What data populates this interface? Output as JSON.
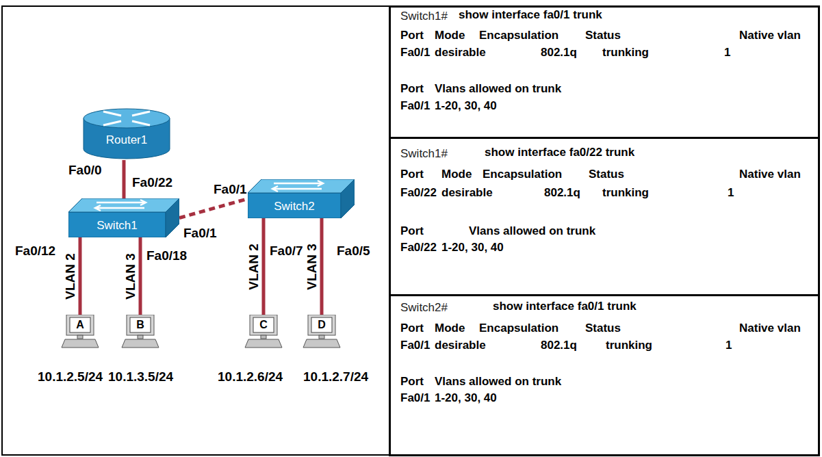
{
  "diagram": {
    "nodes": [
      {
        "text": [
          "Router1"
        ]
      },
      {
        "text": [
          "Switch1"
        ]
      },
      {
        "text": [
          "Switch2"
        ]
      },
      {
        "text": [
          "A"
        ]
      },
      {
        "text": [
          "B"
        ]
      },
      {
        "text": [
          "C"
        ]
      },
      {
        "text": [
          "D"
        ]
      },
      {
        "text": [
          "Switch1#",
          "show interface fa0/1 trunk",
          "Port",
          "Mode",
          "Encapsulation",
          "Status",
          "Native vlan",
          "Fa0/1",
          "desirable",
          "802.1q",
          "trunking",
          "1",
          "Port",
          "Vlans allowed on trunk",
          "Fa0/1",
          "1-20, 30, 40"
        ]
      },
      {
        "text": [
          "Switch1#",
          "show interface fa0/22 trunk",
          "Port",
          "Mode",
          "Encapsulation",
          "Status",
          "Native vlan",
          "Fa0/22",
          "desirable",
          "802.1q",
          "trunking",
          "1",
          "Port",
          "Vlans allowed on trunk",
          "Fa0/22",
          "1-20, 30, 40"
        ]
      },
      {
        "text": [
          "Switch2#",
          "show interface fa0/1 trunk",
          "Port",
          "Mode",
          "Encapsulation",
          "Status",
          "Native vlan",
          "Fa0/1",
          "desirable",
          "802.1q",
          "trunking",
          "1",
          "Port",
          "Vlans allowed on trunk",
          "Fa0/1",
          "1-20, 30, 40"
        ]
      }
    ],
    "edges": [
      {
        "from": 0,
        "to": 1,
        "arrow": "none"
      },
      {
        "from": 1,
        "to": 2,
        "arrow": "none"
      },
      {
        "from": 1,
        "to": 3,
        "label": "VLAN 2",
        "arrow": "none"
      },
      {
        "from": 1,
        "to": 4,
        "label": "VLAN 3",
        "arrow": "none"
      },
      {
        "from": 2,
        "to": 5,
        "label": "VLAN 2",
        "arrow": "none"
      },
      {
        "from": 2,
        "to": 6,
        "label": "VLAN 3",
        "arrow": "none"
      }
    ],
    "labels": [
      "Fa0/0",
      "Fa0/22",
      "Fa0/1",
      "Fa0/1",
      "Fa0/12",
      "Fa0/18",
      "Fa0/7",
      "Fa0/5",
      "10.1.2.5/24",
      "10.1.3.5/24",
      "10.1.2.6/24",
      "10.1.2.7/24"
    ]
  }
}
